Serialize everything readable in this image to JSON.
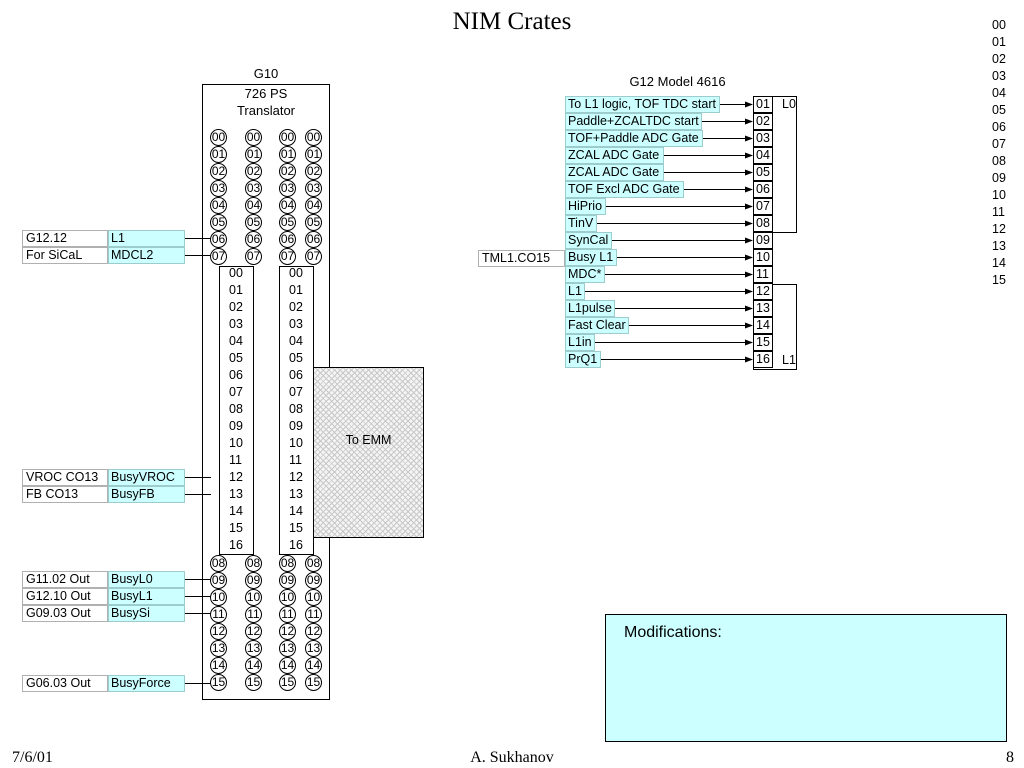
{
  "slide": {
    "title": "NIM Crates",
    "footer_date": "7/6/01",
    "footer_author": "A. Sukhanov",
    "footer_page": "8",
    "right_column": [
      "00",
      "01",
      "02",
      "03",
      "04",
      "05",
      "06",
      "07",
      "08",
      "09",
      "10",
      "11",
      "12",
      "13",
      "14",
      "15"
    ]
  },
  "g10": {
    "title": "G10",
    "subtitle1": "726 PS",
    "subtitle2": "Translator",
    "top_channels": [
      "00",
      "01",
      "02",
      "03",
      "04",
      "05",
      "06",
      "07"
    ],
    "middle_numbers": [
      "00",
      "01",
      "02",
      "03",
      "04",
      "05",
      "06",
      "07",
      "08",
      "09",
      "10",
      "11",
      "12",
      "13",
      "14",
      "15",
      "16"
    ],
    "bottom_channels": [
      "08",
      "09",
      "10",
      "11",
      "12",
      "13",
      "14",
      "15"
    ],
    "emm_label": "To EMM",
    "inputs": [
      {
        "source": "G12.12",
        "signal": "L1"
      },
      {
        "source": "For SiCaL",
        "signal": "MDCL2"
      },
      {
        "source": "VROC CO13",
        "signal": "BusyVROC"
      },
      {
        "source": "FB CO13",
        "signal": "BusyFB"
      },
      {
        "source": "G11.02 Out",
        "signal": "BusyL0"
      },
      {
        "source": "G12.10 Out",
        "signal": "BusyL1"
      },
      {
        "source": "G09.03 Out",
        "signal": "BusySi"
      },
      {
        "source": "G06.03 Out",
        "signal": "BusyForce"
      }
    ]
  },
  "g12": {
    "title": "G12 Model 4616",
    "signals": [
      "To L1 logic, TOF TDC start",
      "Paddle+ZCALTDC start",
      "TOF+Paddle ADC Gate",
      "ZCAL ADC Gate",
      "ZCAL ADC Gate",
      "TOF Excl ADC Gate",
      "HiPrio",
      "TinV",
      "SynCal",
      "Busy L1",
      "MDC*",
      "L1",
      "L1pulse",
      "Fast Clear",
      "L1in",
      "PrQ1"
    ],
    "channels": [
      "01",
      "02",
      "03",
      "04",
      "05",
      "06",
      "07",
      "08",
      "09",
      "10",
      "11",
      "12",
      "13",
      "14",
      "15",
      "16"
    ],
    "source_label": "TML1.CO15",
    "group1_label": "L0",
    "group2_label": "L1"
  },
  "modifications": {
    "title": "Modifications:"
  }
}
